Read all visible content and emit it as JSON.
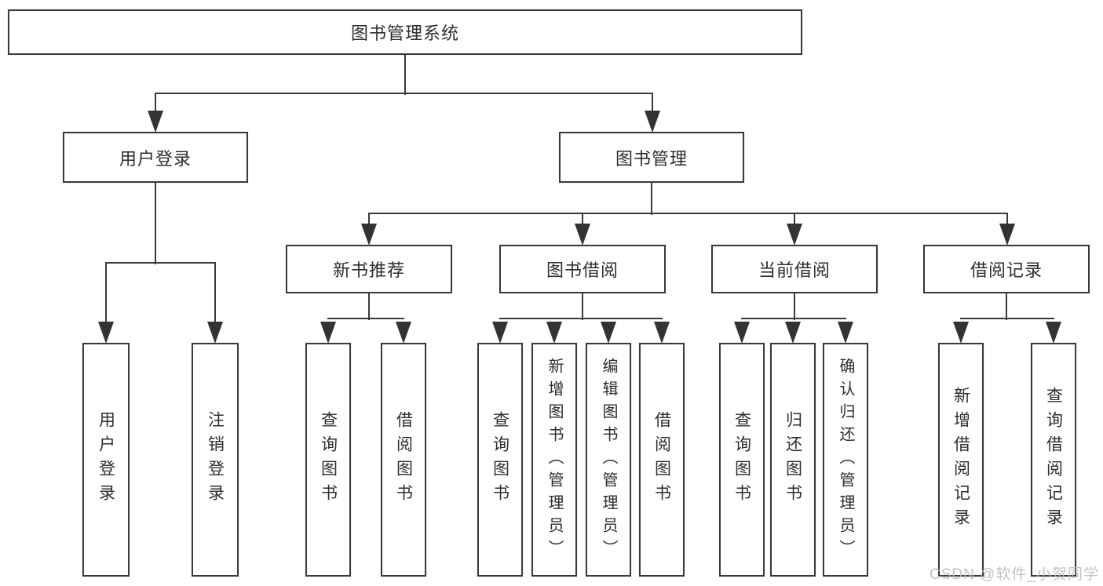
{
  "tree": {
    "root": {
      "label": "图书管理系统",
      "children": [
        {
          "label": "用户登录",
          "children": [
            {
              "label": "用户登录"
            },
            {
              "label": "注销登录"
            }
          ]
        },
        {
          "label": "图书管理",
          "children": [
            {
              "label": "新书推荐",
              "children": [
                {
                  "label": "查询图书"
                },
                {
                  "label": "借阅图书"
                }
              ]
            },
            {
              "label": "图书借阅",
              "children": [
                {
                  "label": "查询图书"
                },
                {
                  "label": "新增图书（管理员）"
                },
                {
                  "label": "编辑图书（管理员）"
                },
                {
                  "label": "借阅图书"
                }
              ]
            },
            {
              "label": "当前借阅",
              "children": [
                {
                  "label": "查询图书"
                },
                {
                  "label": "归还图书"
                },
                {
                  "label": "确认归还（管理员）"
                }
              ]
            },
            {
              "label": "借阅记录",
              "children": [
                {
                  "label": "新增借阅记录"
                },
                {
                  "label": "查询借阅记录"
                }
              ]
            }
          ]
        }
      ]
    }
  },
  "watermark": "CSDN @软件_小贺同学",
  "colors": {
    "line": "#3a3a3a",
    "text": "#2d2d2d",
    "box_background": "#ffffff",
    "watermark": "#bebebe",
    "background": "#ffffff"
  }
}
